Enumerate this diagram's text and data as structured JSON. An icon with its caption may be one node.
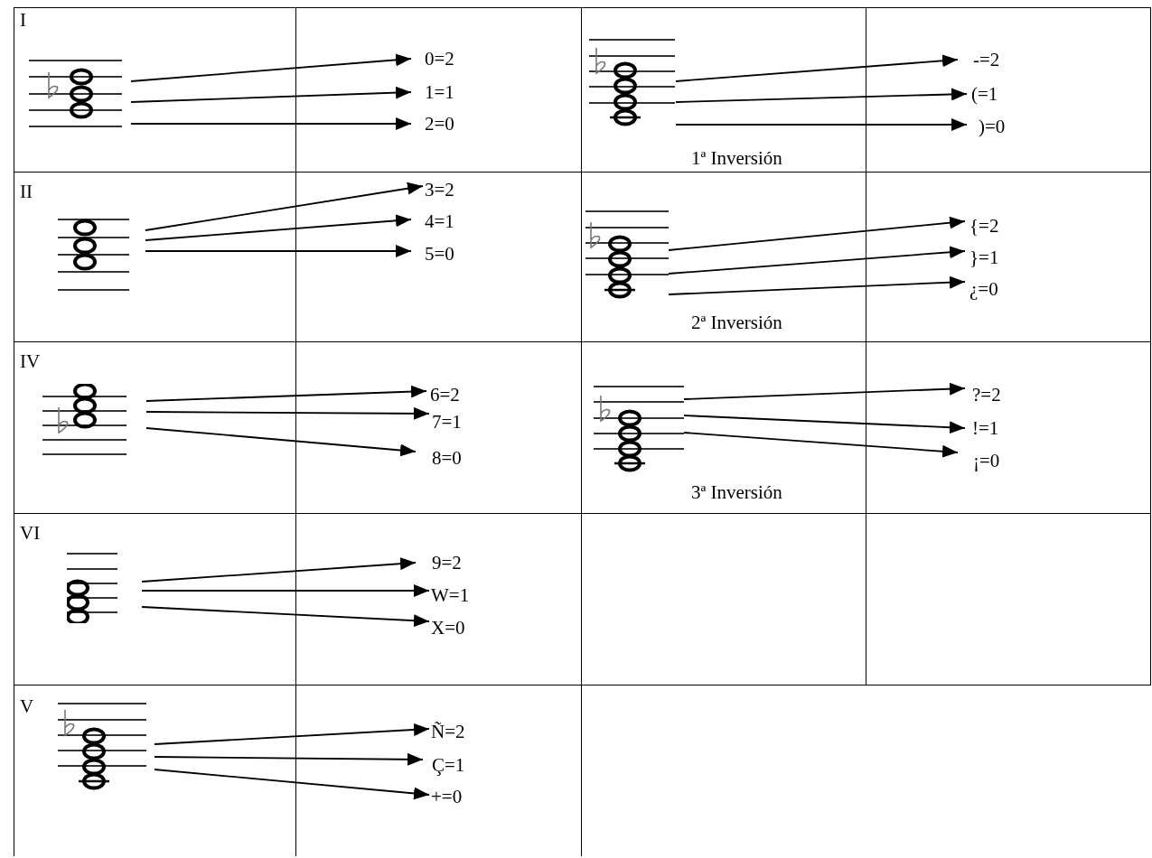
{
  "diagram": {
    "nodes": [
      {
        "text": [],
        "shape": "picture"
      },
      {
        "text": [
          "0=2"
        ]
      },
      {
        "text": [
          "1=1"
        ]
      },
      {
        "text": [
          "2=0"
        ]
      },
      {
        "text": [],
        "shape": "picture",
        "beside": [
          "1ª Inversión"
        ]
      },
      {
        "text": [
          "-=2"
        ]
      },
      {
        "text": [
          "(=1"
        ]
      },
      {
        "text": [
          ")=0"
        ]
      },
      {
        "text": [],
        "shape": "picture"
      },
      {
        "text": [
          "3=2"
        ]
      },
      {
        "text": [
          "4=1"
        ]
      },
      {
        "text": [
          "5=0"
        ]
      },
      {
        "text": [],
        "shape": "picture",
        "beside": [
          "2ª Inversión"
        ]
      },
      {
        "text": [
          "{=2"
        ]
      },
      {
        "text": [
          "}=1"
        ]
      },
      {
        "text": [
          "¿=0"
        ]
      },
      {
        "text": [],
        "shape": "picture"
      },
      {
        "text": [
          "6=2"
        ]
      },
      {
        "text": [
          "7=1"
        ]
      },
      {
        "text": [
          "8=0"
        ]
      },
      {
        "text": [],
        "shape": "picture",
        "beside": [
          "3ª Inversión"
        ]
      },
      {
        "text": [
          "?=2"
        ]
      },
      {
        "text": [
          "!=1"
        ]
      },
      {
        "text": [
          "¡=0"
        ]
      },
      {
        "text": [],
        "shape": "picture"
      },
      {
        "text": [
          "9=2"
        ]
      },
      {
        "text": [
          "W=1"
        ]
      },
      {
        "text": [
          "X=0"
        ]
      },
      {
        "text": [],
        "shape": "picture"
      },
      {
        "text": [
          "Ñ=2"
        ]
      },
      {
        "text": [
          "Ç=1"
        ]
      },
      {
        "text": [
          "+=0"
        ]
      }
    ],
    "edges": [
      {
        "from": 0,
        "to": 1,
        "arrow": "to"
      },
      {
        "from": 0,
        "to": 2,
        "arrow": "to"
      },
      {
        "from": 0,
        "to": 3,
        "arrow": "to"
      },
      {
        "from": 4,
        "to": 5,
        "arrow": "to"
      },
      {
        "from": 4,
        "to": 6,
        "arrow": "to"
      },
      {
        "from": 4,
        "to": 7,
        "arrow": "to"
      },
      {
        "from": 8,
        "to": 9,
        "arrow": "to"
      },
      {
        "from": 8,
        "to": 10,
        "arrow": "to"
      },
      {
        "from": 8,
        "to": 11,
        "arrow": "to"
      },
      {
        "from": 12,
        "to": 13,
        "arrow": "to"
      },
      {
        "from": 12,
        "to": 14,
        "arrow": "to"
      },
      {
        "from": 12,
        "to": 15,
        "arrow": "to"
      },
      {
        "from": 16,
        "to": 17,
        "arrow": "to"
      },
      {
        "from": 16,
        "to": 18,
        "arrow": "to"
      },
      {
        "from": 16,
        "to": 19,
        "arrow": "to"
      },
      {
        "from": 20,
        "to": 21,
        "arrow": "to"
      },
      {
        "from": 20,
        "to": 22,
        "arrow": "to"
      },
      {
        "from": 20,
        "to": 23,
        "arrow": "to"
      },
      {
        "from": 24,
        "to": 25,
        "arrow": "to"
      },
      {
        "from": 24,
        "to": 26,
        "arrow": "to"
      },
      {
        "from": 24,
        "to": 27,
        "arrow": "to"
      },
      {
        "from": 28,
        "to": 29,
        "arrow": "to"
      },
      {
        "from": 28,
        "to": 30,
        "arrow": "to"
      },
      {
        "from": 28,
        "to": 31,
        "arrow": "to"
      }
    ],
    "labels": [
      "I",
      "II",
      "IV",
      "VI",
      "V"
    ]
  }
}
